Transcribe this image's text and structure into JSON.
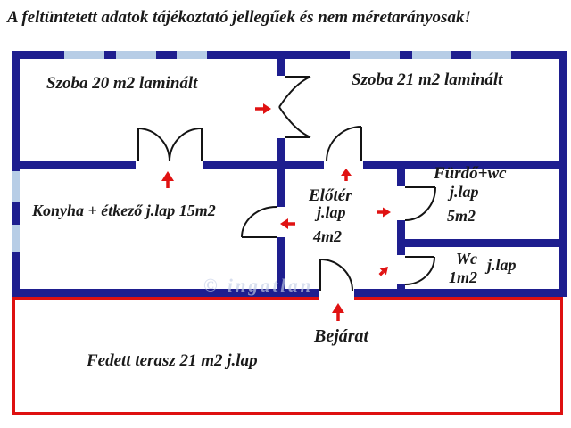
{
  "disclaimer": "A feltüntetett adatok tájékoztató jellegűek és nem méretarányosak!",
  "watermark": "© ingatlan",
  "rooms": {
    "szoba20": {
      "label": "Szoba 20 m2 laminált"
    },
    "szoba21": {
      "label": "Szoba 21 m2 laminált"
    },
    "konyha": {
      "label": "Konyha + étkező j.lap 15m2"
    },
    "eloter": {
      "name": "Előtér",
      "floor": "j.lap",
      "area": "4m2"
    },
    "furdo": {
      "name": "Fürdő+wc",
      "floor": "j.lap",
      "area": "5m2"
    },
    "wc": {
      "name": "Wc",
      "floor": "j.lap",
      "area": "1m2"
    },
    "terasz": {
      "label": "Fedett terasz 21 m2 j.lap"
    },
    "bejarat": {
      "label": "Bejárat"
    }
  },
  "colors": {
    "wall": "#1e1e8f",
    "window": "#b7cde6",
    "accent_red": "#e01212",
    "door_line": "#141414",
    "text": "#1a1a1a"
  }
}
